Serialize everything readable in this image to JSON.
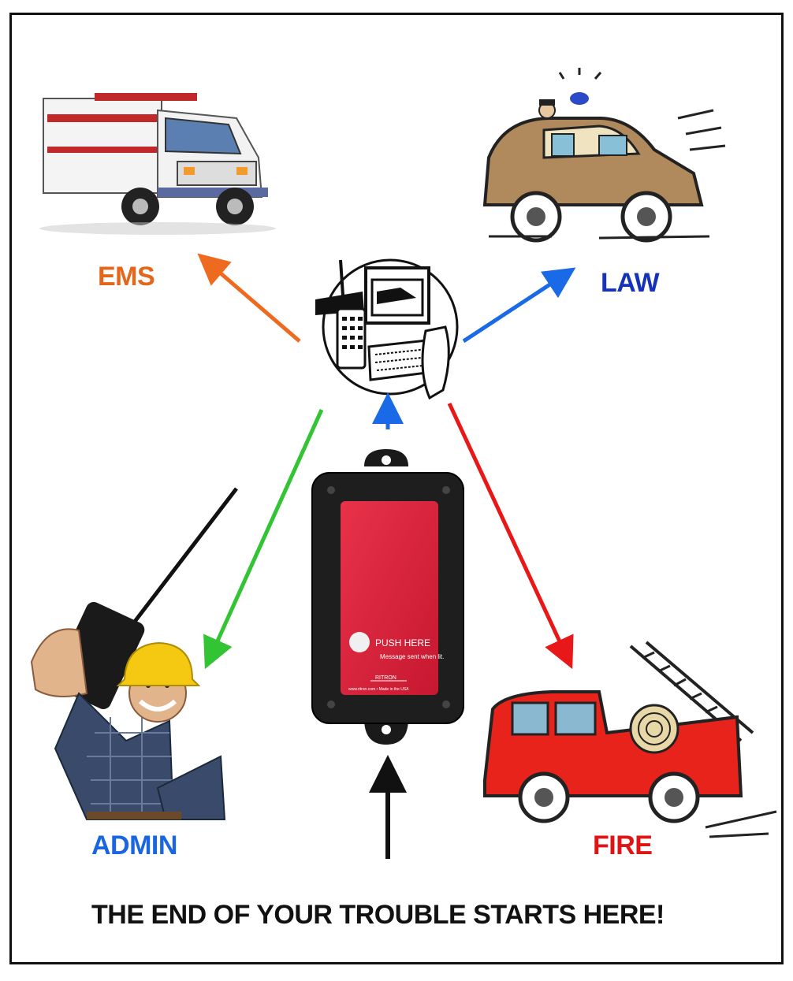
{
  "labels": {
    "ems": "EMS",
    "law": "LAW",
    "admin": "ADMIN",
    "fire": "FIRE"
  },
  "tagline": "THE END OF YOUR TROUBLE STARTS HERE!",
  "device": {
    "button_label": "PUSH HERE",
    "sub_label": "Message sent when lit.",
    "brand": "RITRON",
    "fine_print": "www.ritron.com • Made in the USA"
  },
  "colors": {
    "ems": "#e4661a",
    "law": "#1533b8",
    "admin": "#1a66e0",
    "fire": "#e01414",
    "arrow_ems": "#ee6a1e",
    "arrow_law": "#1a6ae8",
    "arrow_admin": "#33c433",
    "arrow_fire": "#e81818",
    "arrow_center": "#1a6ae8",
    "arrow_bottom": "#111111"
  },
  "icons": [
    "ambulance-icon",
    "police-car-icon",
    "dispatch-console-icon",
    "call-box-device-icon",
    "worker-with-radio-icon",
    "fire-truck-icon"
  ]
}
